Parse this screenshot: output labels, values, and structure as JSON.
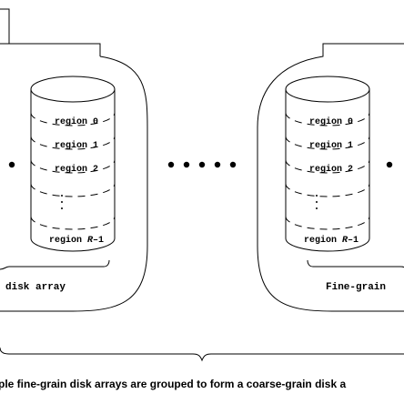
{
  "left_cylinder": {
    "regions": [
      "region 0",
      "region 1",
      "region 2"
    ],
    "last_region_prefix": "region ",
    "last_region_var": "R",
    "last_region_suffix": "–1",
    "label": "disk array"
  },
  "right_cylinder": {
    "regions": [
      "region 0",
      "region 1",
      "region 2"
    ],
    "last_region_prefix": "region ",
    "last_region_var": "R",
    "last_region_suffix": "–1",
    "label": "Fine-grain"
  },
  "caption": "ple fine-grain disk arrays are grouped to form a coarse-grain disk a"
}
